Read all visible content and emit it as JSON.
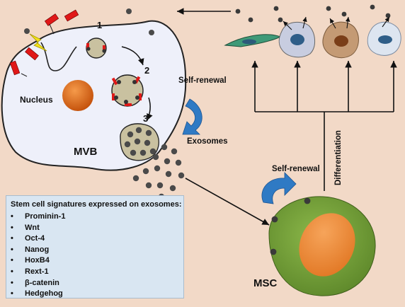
{
  "labels": {
    "step1": "1",
    "step2": "2",
    "step3": "3",
    "nucleus": "Nucleus",
    "mvb": "MVB",
    "self_renewal_top": "Self-renewal",
    "self_renewal_bottom": "Self-renewal",
    "exosomes": "Exosomes",
    "differentiation": "Differentiation",
    "msc": "MSC"
  },
  "signatures": {
    "title": "Stem cell signatures  expressed on exosomes:",
    "bullet": "•",
    "items": [
      "Prominin-1",
      "Wnt",
      "Oct-4",
      "Nanog",
      "HoxB4",
      "Rext-1",
      "β-catenin",
      "Hedgehog"
    ]
  },
  "colors": {
    "background": "#f2d9c7",
    "cell_fill": "#eef0fa",
    "nucleus": "#e06a18",
    "vesicle": "#c9c1a0",
    "exosome": "#4a4a4a",
    "receptor": "#e01818",
    "msc_outer": "#6e9a34",
    "msc_inner": "#f08a3a",
    "arrow_blue": "#2f7ac4",
    "box_fill": "#d9e6f2"
  },
  "icons": [
    "lightning-icon",
    "curved-arrow-icon"
  ]
}
